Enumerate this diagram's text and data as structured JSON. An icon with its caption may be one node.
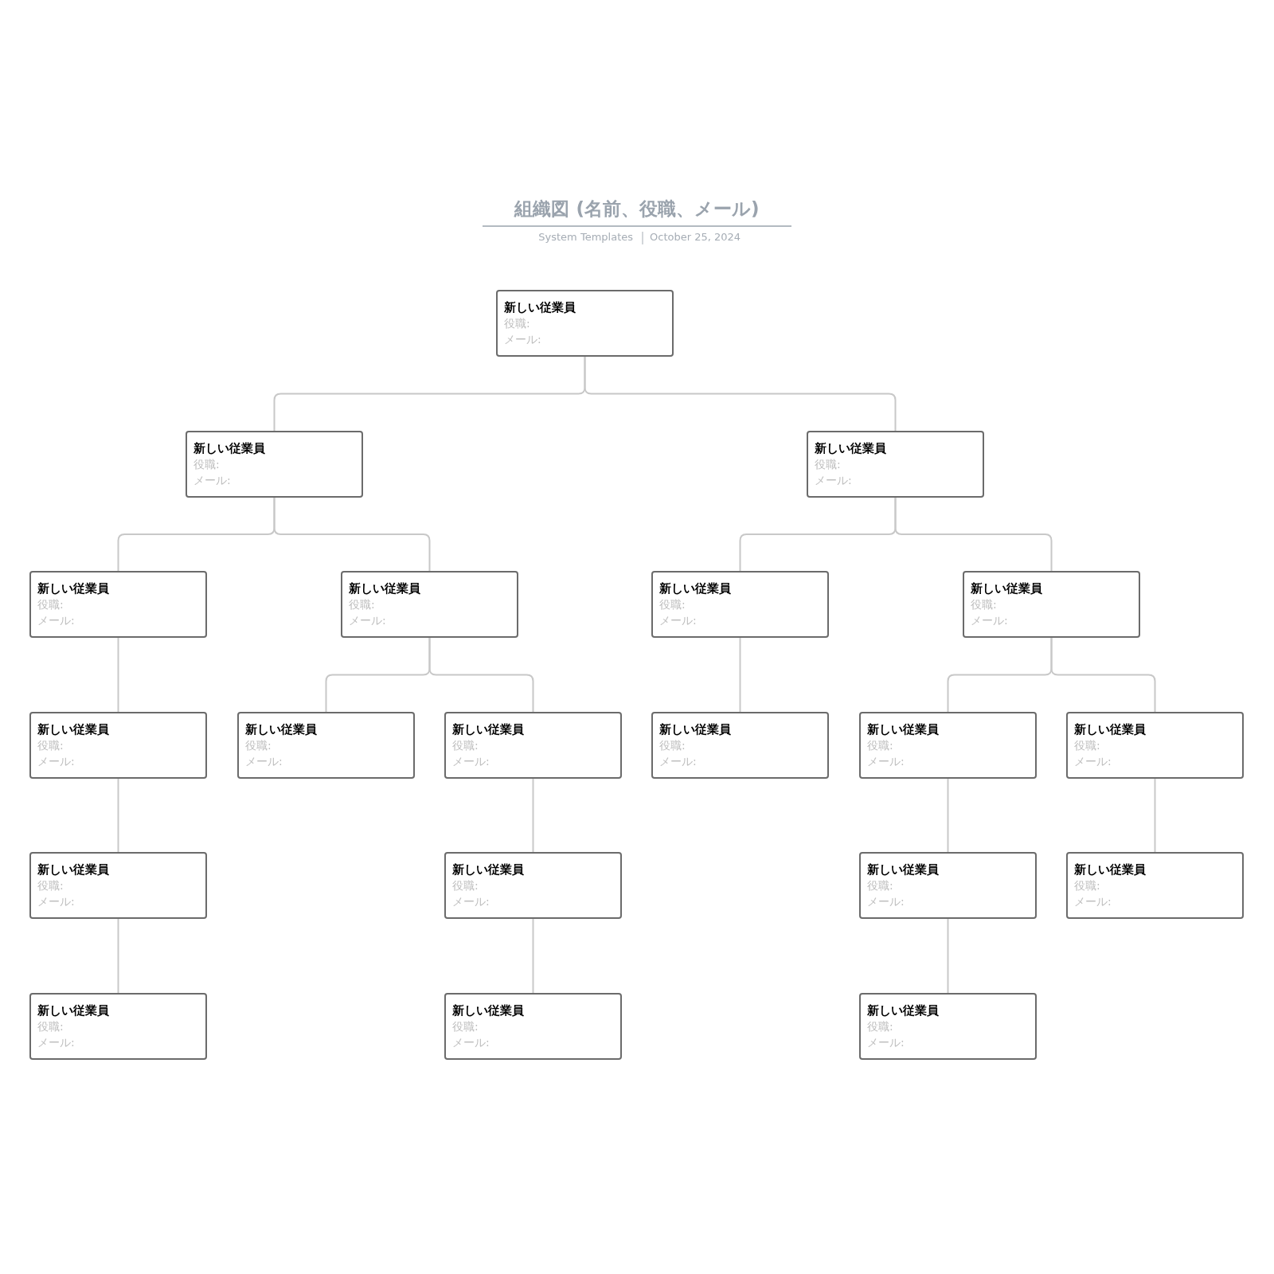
{
  "diagram": {
    "title": "組織図 (名前、役職、メール)",
    "nodes": [
      {
        "text": [
          "新しい従業員",
          "役職:",
          "メール:"
        ]
      },
      {
        "text": [
          "新しい従業員",
          "役職:",
          "メール:"
        ]
      },
      {
        "text": [
          "新しい従業員",
          "役職:",
          "メール:"
        ]
      },
      {
        "text": [
          "新しい従業員",
          "役職:",
          "メール:"
        ]
      },
      {
        "text": [
          "新しい従業員",
          "役職:",
          "メール:"
        ]
      },
      {
        "text": [
          "新しい従業員",
          "役職:",
          "メール:"
        ]
      },
      {
        "text": [
          "新しい従業員",
          "役職:",
          "メール:"
        ]
      },
      {
        "text": [
          "新しい従業員",
          "役職:",
          "メール:"
        ]
      },
      {
        "text": [
          "新しい従業員",
          "役職:",
          "メール:"
        ]
      },
      {
        "text": [
          "新しい従業員",
          "役職:",
          "メール:"
        ]
      },
      {
        "text": [
          "新しい従業員",
          "役職:",
          "メール:"
        ]
      },
      {
        "text": [
          "新しい従業員",
          "役職:",
          "メール:"
        ]
      },
      {
        "text": [
          "新しい従業員",
          "役職:",
          "メール:"
        ]
      },
      {
        "text": [
          "新しい従業員",
          "役職:",
          "メール:"
        ]
      },
      {
        "text": [
          "新しい従業員",
          "役職:",
          "メール:"
        ]
      },
      {
        "text": [
          "新しい従業員",
          "役職:",
          "メール:"
        ]
      },
      {
        "text": [
          "新しい従業員",
          "役職:",
          "メール:"
        ]
      },
      {
        "text": [
          "新しい従業員",
          "役職:",
          "メール:"
        ]
      },
      {
        "text": [
          "新しい従業員",
          "役職:",
          "メール:"
        ]
      },
      {
        "text": [
          "新しい従業員",
          "役職:",
          "メール:"
        ]
      }
    ],
    "edges": [
      {
        "from": 0,
        "to": 1,
        "arrow": "none"
      },
      {
        "from": 0,
        "to": 2,
        "arrow": "none"
      },
      {
        "from": 1,
        "to": 3,
        "arrow": "none"
      },
      {
        "from": 1,
        "to": 4,
        "arrow": "none"
      },
      {
        "from": 2,
        "to": 5,
        "arrow": "none"
      },
      {
        "from": 2,
        "to": 6,
        "arrow": "none"
      },
      {
        "from": 3,
        "to": 7,
        "arrow": "none"
      },
      {
        "from": 4,
        "to": 8,
        "arrow": "none"
      },
      {
        "from": 4,
        "to": 9,
        "arrow": "none"
      },
      {
        "from": 5,
        "to": 10,
        "arrow": "none"
      },
      {
        "from": 6,
        "to": 11,
        "arrow": "none"
      },
      {
        "from": 6,
        "to": 12,
        "arrow": "none"
      },
      {
        "from": 7,
        "to": 13,
        "arrow": "none"
      },
      {
        "from": 9,
        "to": 14,
        "arrow": "none"
      },
      {
        "from": 11,
        "to": 15,
        "arrow": "none"
      },
      {
        "from": 12,
        "to": 16,
        "arrow": "none"
      },
      {
        "from": 13,
        "to": 17,
        "arrow": "none"
      },
      {
        "from": 14,
        "to": 18,
        "arrow": "none"
      },
      {
        "from": 15,
        "to": 19,
        "arrow": "none"
      }
    ],
    "labels": [
      "System Templates",
      "October 25, 2024"
    ]
  }
}
